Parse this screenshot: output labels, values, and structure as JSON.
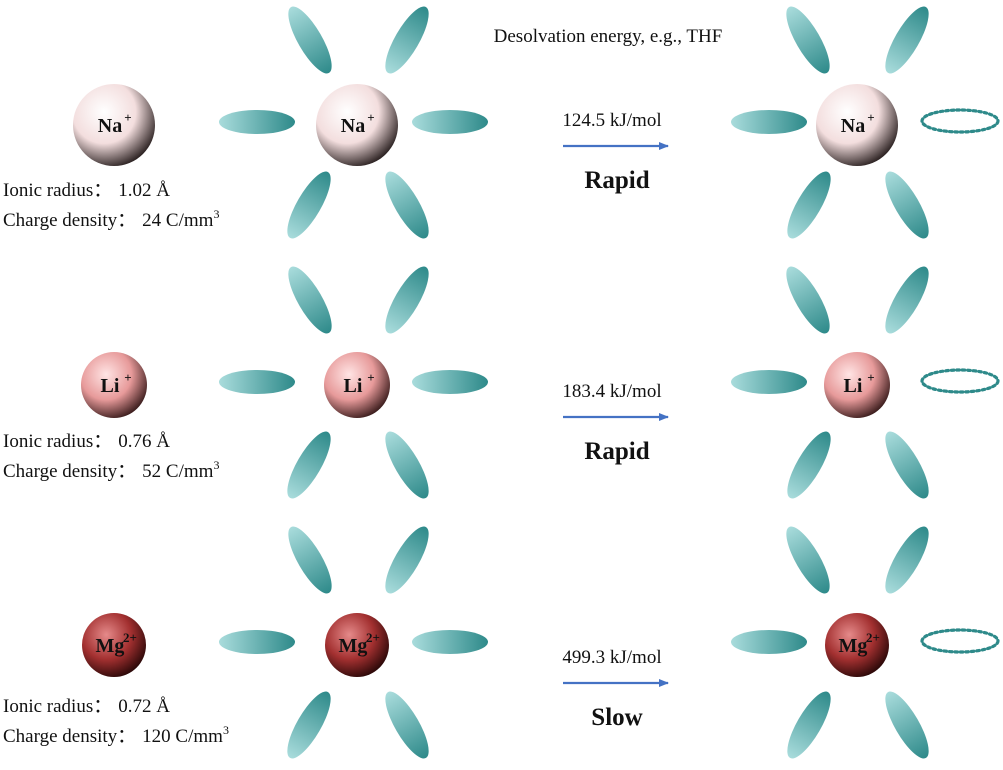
{
  "header": {
    "title": "Desolvation energy, e.g., THF"
  },
  "colors": {
    "solvent_dark": "#2e8a8a",
    "solvent_light": "#a9dcdc",
    "arrow": "#4472c4",
    "na_light": "#ffffff",
    "na_mid": "#f3dede",
    "na_dark": "#2a2020",
    "li_light": "#ffe4e4",
    "li_mid": "#e79a9a",
    "li_dark": "#3a1c1c",
    "mg_light": "#e58a8a",
    "mg_mid": "#a33030",
    "mg_dark": "#2a0808"
  },
  "rows": [
    {
      "ion": {
        "symbol": "Na",
        "charge": "+"
      },
      "radius": {
        "label": "Ionic radius：",
        "value": "1.02 Å"
      },
      "density": {
        "label": "Charge density：",
        "value": "24 C/mm",
        "exp": "3"
      },
      "energy": "124.5 kJ/mol",
      "speed": "Rapid",
      "scheme": "na"
    },
    {
      "ion": {
        "symbol": "Li",
        "charge": "+"
      },
      "radius": {
        "label": "Ionic radius：",
        "value": "0.76 Å"
      },
      "density": {
        "label": "Charge density：",
        "value": "52 C/mm",
        "exp": "3"
      },
      "energy": "183.4 kJ/mol",
      "speed": "Rapid",
      "scheme": "li"
    },
    {
      "ion": {
        "symbol": "Mg",
        "charge": "2+"
      },
      "radius": {
        "label": "Ionic radius：",
        "value": "0.72 Å"
      },
      "density": {
        "label": "Charge density：",
        "value": "120 C/mm",
        "exp": "3"
      },
      "energy": "499.3 kJ/mol",
      "speed": "Slow",
      "scheme": "mg"
    }
  ]
}
